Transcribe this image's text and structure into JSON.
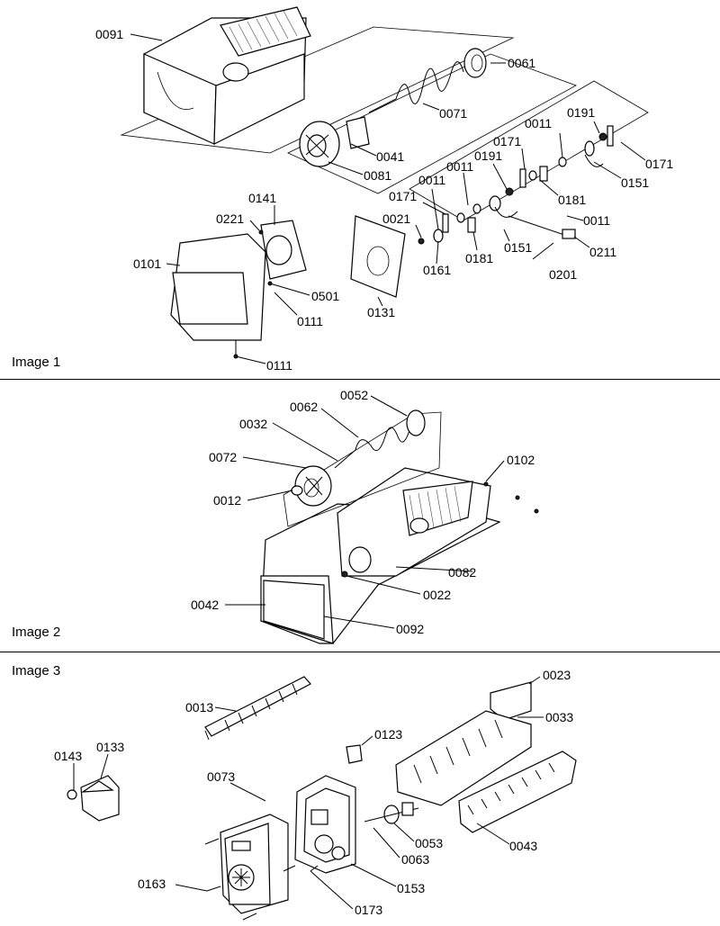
{
  "panels": [
    {
      "title": "Image 1"
    },
    {
      "title": "Image 2"
    },
    {
      "title": "Image 3"
    }
  ],
  "labels": {
    "p1": [
      "0091",
      "0061",
      "0071",
      "0041",
      "0081",
      "0011",
      "0191",
      "0171",
      "0171",
      "0011",
      "0191",
      "0011",
      "0151",
      "0181",
      "0011",
      "0141",
      "0221",
      "0021",
      "0171",
      "0011",
      "0101",
      "0501",
      "0111",
      "0131",
      "0161",
      "0181",
      "0151",
      "0211",
      "0201",
      "0111"
    ],
    "p2": [
      "0052",
      "0062",
      "0032",
      "0072",
      "0012",
      "0102",
      "0082",
      "0022",
      "0042",
      "0092"
    ],
    "p3": [
      "0023",
      "0013",
      "0033",
      "0123",
      "0143",
      "0133",
      "0073",
      "0043",
      "0053",
      "0063",
      "0163",
      "0153",
      "0173"
    ]
  }
}
